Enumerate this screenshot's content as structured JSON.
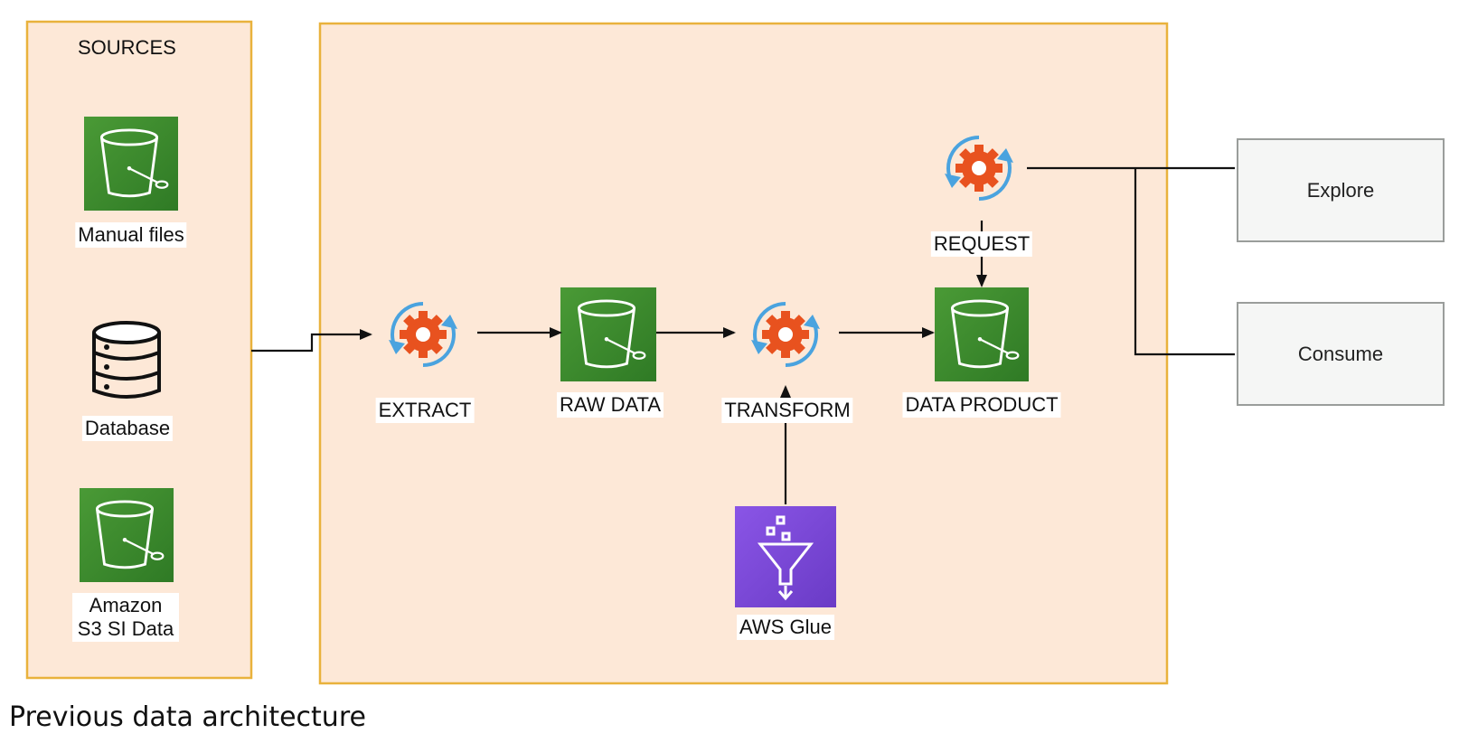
{
  "sources": {
    "title": "SOURCES",
    "items": [
      {
        "label": "Manual files",
        "icon": "s3-bucket-icon"
      },
      {
        "label": "Database",
        "icon": "database-icon"
      },
      {
        "label": "Amazon S3 SI Data",
        "icon": "s3-bucket-icon"
      }
    ]
  },
  "pipeline": {
    "extract_label": "EXTRACT",
    "raw_data_label": "RAW DATA",
    "transform_label": "TRANSFORM",
    "data_product_label": "DATA PRODUCT",
    "request_label": "REQUEST",
    "glue_label": "AWS Glue"
  },
  "consumers": {
    "explore_label": "Explore",
    "consume_label": "Consume"
  },
  "caption": "Previous data architecture",
  "colors": {
    "panel_fill": "#fde8d7",
    "panel_border": "#e9b23c",
    "s3_green": "#3c8a2e",
    "glue_purple": "#7b46d6",
    "gear_orange": "#e8521f",
    "arrow_blue": "#4aa3df",
    "external_box_border": "#9a9d9b"
  }
}
